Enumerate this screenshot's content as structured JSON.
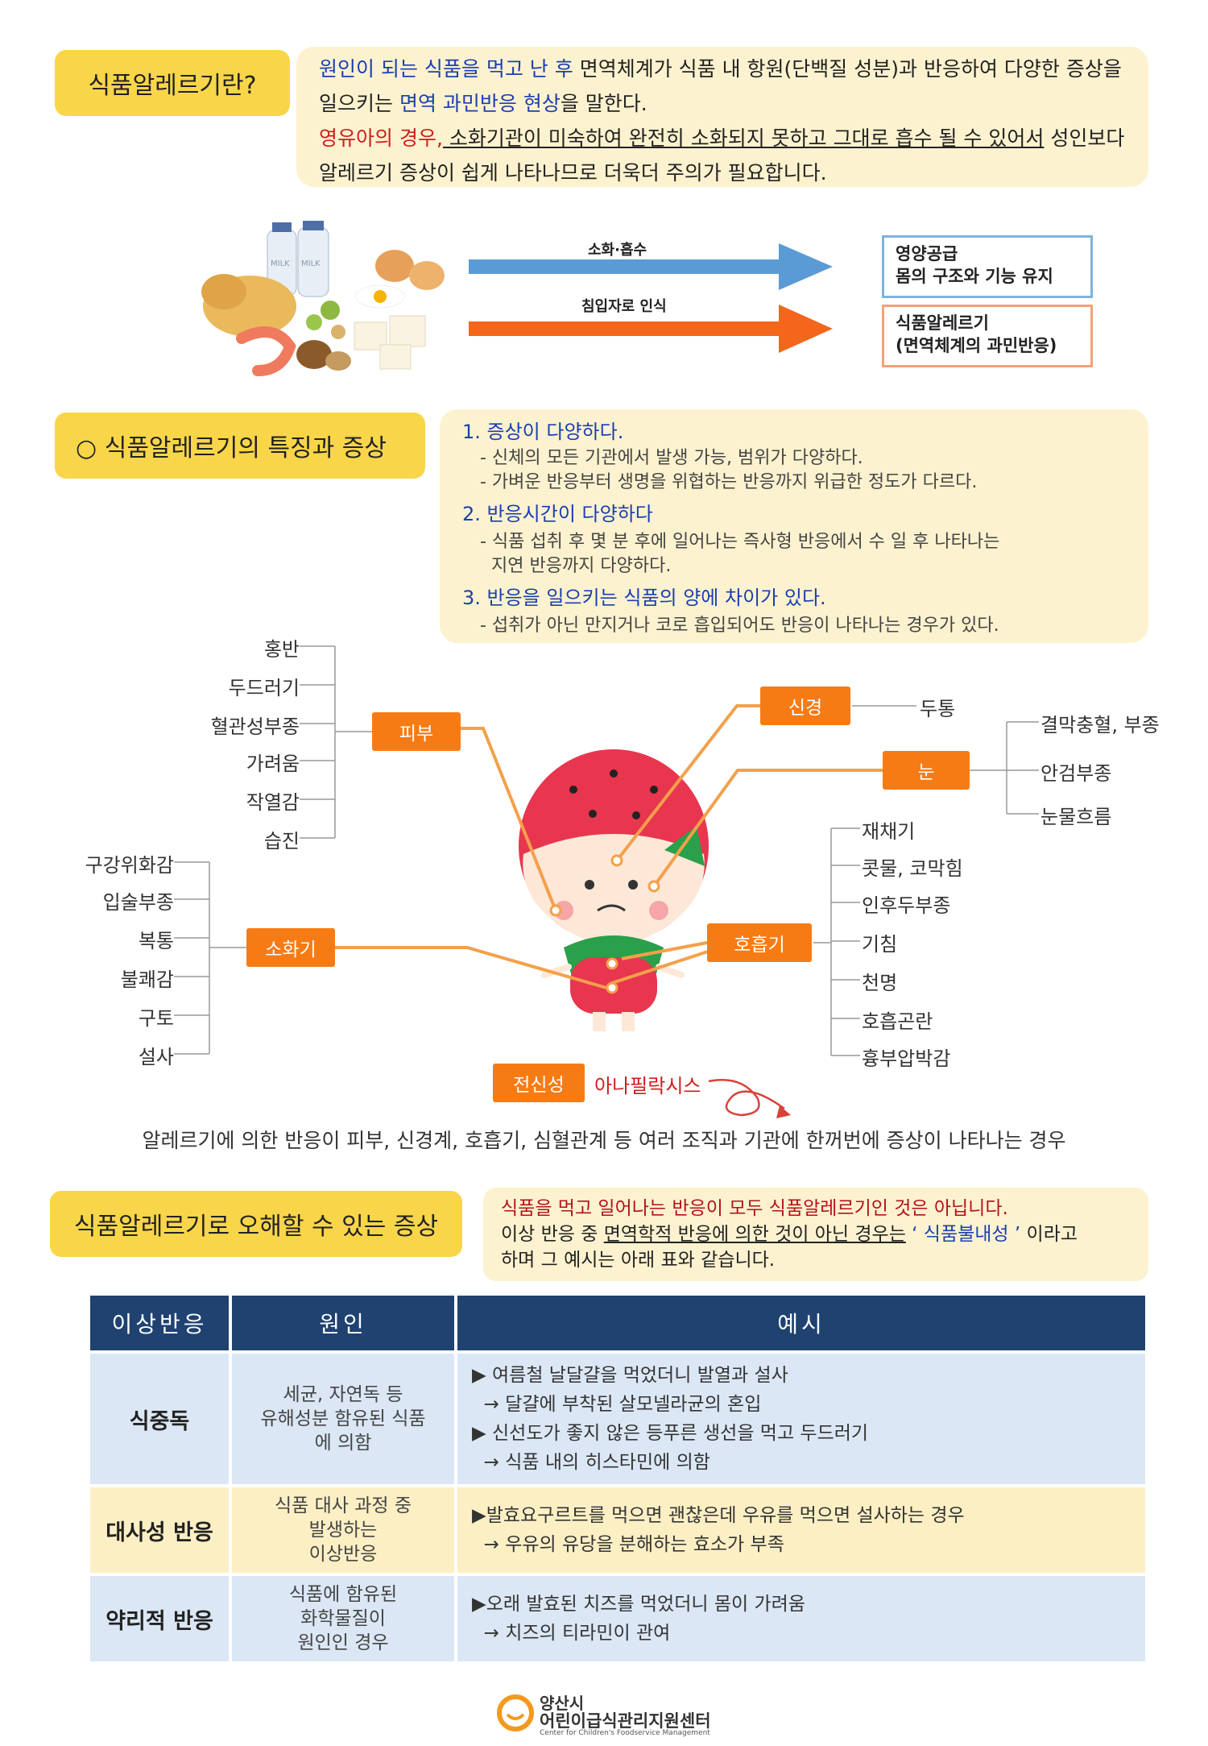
{
  "section1": {
    "tag": "식품알레르기란?",
    "line1_a": "원인이 되는 식품을 먹고 난 후",
    "line1_b": " 면역체계가 식품 내 항원(단백질 성분)과 반응하여 다양한 증상을",
    "line2_a": "일으키는 ",
    "line2_b": "면역 과민반응 현상",
    "line2_c": "을 말한다.",
    "line3_a": "영유아의 경우,",
    "line3_b": " 소화기관이 미숙하여 완전히 소화되지 못하고 그대로 흡수 될 수 있어서",
    "line3_c": " 성인보다",
    "line4": "알레르기 증상이 쉽게 나타나므로 더욱더 주의가 필요합니다."
  },
  "diagram": {
    "arrow1_label": "소화·흡수",
    "arrow2_label": "침입자로 인식",
    "box1_line1": "영양공급",
    "box1_line2": "몸의 구조와 기능 유지",
    "box2_line1": "식품알레르기",
    "box2_line2": "(면역체계의 과민반응)",
    "milk_label": "MILK",
    "colors": {
      "blue_arrow": "#5b9bd5",
      "orange_arrow": "#f4661b"
    }
  },
  "section2": {
    "tag": "○ 식품알레르기의 특징과 증상",
    "items": [
      {
        "title": "1. 증상이 다양하다.",
        "lines": [
          "- 신체의 모든 기관에서 발생 가능, 범위가 다양하다.",
          "- 가벼운 반응부터 생명을 위협하는 반응까지 위급한 정도가 다르다."
        ]
      },
      {
        "title": "2. 반응시간이 다양하다",
        "lines": [
          "- 식품 섭취 후 몇 분 후에 일어나는 즉사형 반응에서 수 일 후 나타나는",
          "  지연 반응까지 다양하다."
        ]
      },
      {
        "title": "3. 반응을 일으키는 식품의 양에 차이가 있다.",
        "lines": [
          "- 섭취가 아닌 만지거나 코로 흡입되어도 반응이 나타나는 경우가 있다."
        ]
      }
    ]
  },
  "symptoms": {
    "skin": {
      "label": "피부",
      "items": [
        "홍반",
        "두드러기",
        "혈관성부종",
        "가려움",
        "작열감",
        "습진"
      ]
    },
    "digestive": {
      "label": "소화기",
      "items": [
        "구강위화감",
        "입술부종",
        "복통",
        "불쾌감",
        "구토",
        "설사"
      ]
    },
    "nerve": {
      "label": "신경",
      "items": [
        "두통"
      ]
    },
    "eye": {
      "label": "눈",
      "items": [
        "결막충혈, 부종",
        "안검부종",
        "눈물흐름"
      ]
    },
    "respiratory": {
      "label": "호흡기",
      "items": [
        "재채기",
        "콧물, 코막힘",
        "인후두부종",
        "기침",
        "천명",
        "호흡곤란",
        "흉부압박감"
      ]
    },
    "systemic": {
      "label": "전신성",
      "name": "아나필락시스"
    },
    "note": "알레르기에 의한 반응이 피부, 신경계, 호흡기, 심혈관계 등 여러 조직과 기관에 한꺼번에 증상이 나타나는 경우"
  },
  "section3": {
    "tag": "식품알레르기로 오해할 수 있는 증상",
    "line1": "식품을 먹고 일어나는 반응이 모두 식품알레르기인 것은 아닙니다.",
    "line2_a": "이상 반응 중 ",
    "line2_b": "면역학적 반응에 의한 것이 아닌 경우는",
    "line2_c": " ‘ 식품불내성 ’",
    "line2_d": " 이라고",
    "line3": "하며 그 예시는 아래 표와 같습니다."
  },
  "table": {
    "headers": [
      "이상반응",
      "원인",
      "예시"
    ],
    "rows": [
      {
        "reaction": "식중독",
        "cause": [
          "세균, 자연독 등",
          "유해성분 함유된 식품",
          "에 의함"
        ],
        "examples": [
          "▶ 여름철 날달걀을 먹었더니 발열과 설사",
          "  → 달걀에 부착된 살모넬라균의 혼입",
          "▶ 신선도가 좋지 않은 등푸른 생선을 먹고 두드러기",
          "  → 식품 내의 히스타민에 의함"
        ]
      },
      {
        "reaction": "대사성 반응",
        "cause": [
          "식품 대사 과정 중",
          "발생하는",
          "이상반응"
        ],
        "examples": [
          "▶발효요구르트를 먹으면 괜찮은데 우유를 먹으면 설사하는 경우",
          "  → 우유의 유당을 분해하는 효소가 부족"
        ]
      },
      {
        "reaction": "약리적 반응",
        "cause": [
          "식품에 함유된",
          "화학물질이",
          "원인인 경우"
        ],
        "examples": [
          "▶오래 발효된 치즈를 먹었더니 몸이 가려움",
          "  → 치즈의 티라민이 관여"
        ]
      }
    ]
  },
  "footer": {
    "line1": "양산시",
    "line2": "어린이급식관리지원센터",
    "line3": "Center for Children's Foodservice Management"
  }
}
